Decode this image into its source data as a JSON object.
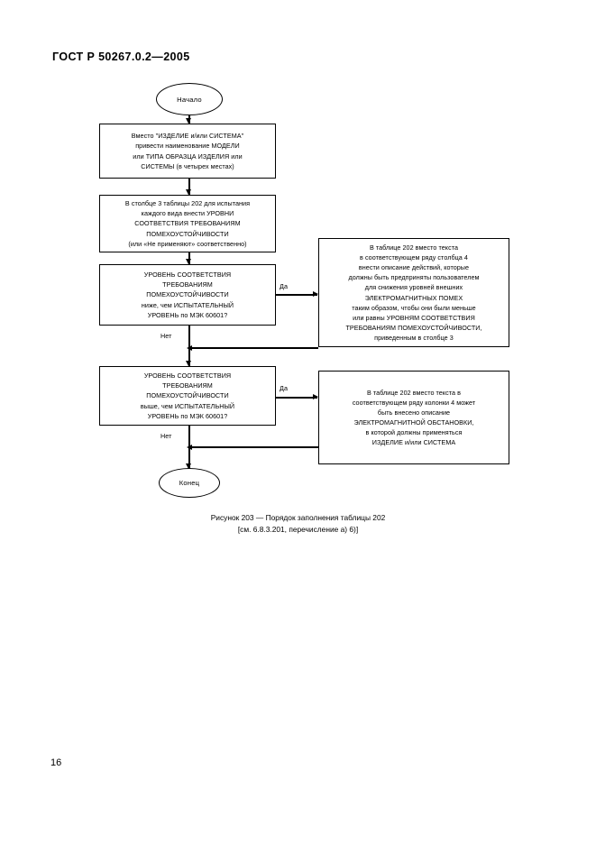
{
  "document": {
    "standard_header": "ГОСТ Р 50267.0.2—2005",
    "page_number": "16"
  },
  "flowchart": {
    "start_node": {
      "label": "Начало"
    },
    "end_node": {
      "label": "Конец"
    },
    "boxes": [
      {
        "id": "box-replace-names",
        "text": "Вместо \"ИЗДЕЛИЕ и/или СИСТЕМА\"\nпривести наименование МОДЕЛИ\nили ТИПА ОБРАЗЦА ИЗДЕЛИЯ или\nСИСТЕМЫ (в четырех местах)"
      },
      {
        "id": "box-column3-levels",
        "text": "В столбце 3 таблицы 202 для испытания\nкаждого вида внести УРОВНИ\nСООТВЕТСТВИЯ ТРЕБОВАНИЯМ\nПОМЕХОУСТОЙЧИВОСТИ\n(или «Не применяют» соответственно)"
      },
      {
        "id": "decision-level-lower",
        "text": "УРОВЕНЬ СООТВЕТСТВИЯ\nТРЕБОВАНИЯМ\nПОМЕХОУСТОЙЧИВОСТИ\nниже, чем ИСПЫТАТЕЛЬНЫЙ\nУРОВЕНЬ по МЭК 60601?"
      },
      {
        "id": "decision-level-higher",
        "text": "УРОВЕНЬ СООТВЕТСТВИЯ\nТРЕБОВАНИЯМ\nПОМЕХОУСТОЙЧИВОСТИ\nвыше, чем ИСПЫТАТЕЛЬНЫЙ\nУРОВЕНЬ по МЭК 60601?"
      },
      {
        "id": "action-column4-emi",
        "text": "В таблице 202 вместо текста\nв соответствующем ряду столбца 4\nвнести описание действий, которые\nдолжны быть предприняты пользователем\nдля снижения уровней внешних\nЭЛЕКТРОМАГНИТНЫХ ПОМЕХ\nтаким образом, чтобы они были меньше\nили равны УРОВНЯМ СООТВЕТСТВИЯ\nТРЕБОВАНИЯМ ПОМЕХОУСТОЙЧИВОСТИ,\nприведенным в столбце 3"
      },
      {
        "id": "action-column4-environment",
        "text": "В таблице 202 вместо текста в\nсоответствующем ряду колонки 4 может\nбыть внесено описание\nЭЛЕКТРОМАГНИТНОЙ ОБСТАНОВКИ,\nв которой должны применяться\nИЗДЕЛИЕ и/или СИСТЕМА"
      }
    ],
    "edge_labels": {
      "yes_1": "Да",
      "no_1": "Нет",
      "yes_2": "Да",
      "no_2": "Нет"
    }
  },
  "caption": {
    "line1": "Рисунок 203 — Порядок заполнения таблицы 202",
    "line2": "[см. 6.8.3.201, перечисление а) 6)]"
  }
}
